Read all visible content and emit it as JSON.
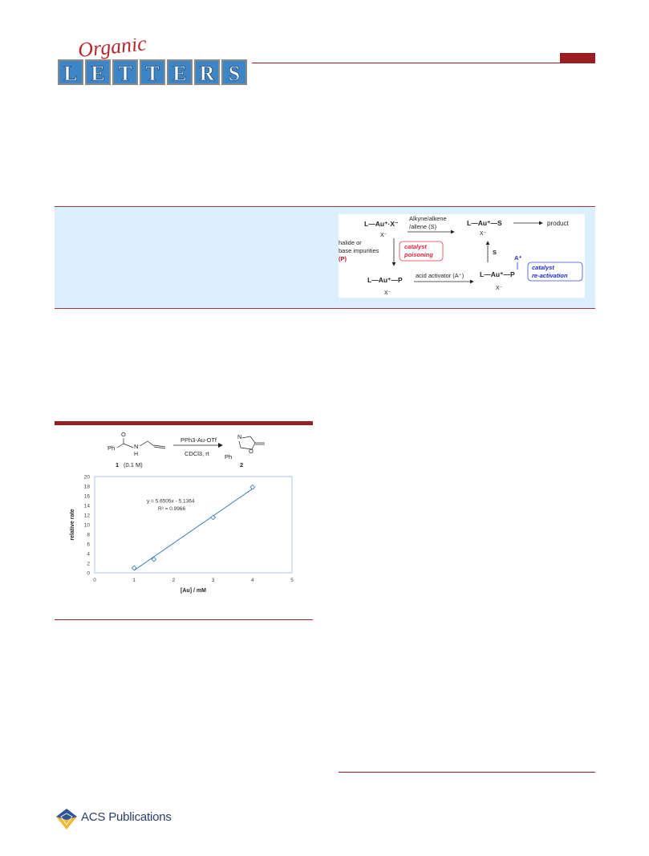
{
  "journal": {
    "logo_script": "Organic",
    "logo_letters": [
      "L",
      "E",
      "T",
      "T",
      "E",
      "R",
      "S"
    ]
  },
  "toc_graphic": {
    "species_top_left": "L—Au⁺·X⁻",
    "arrow_top_label_1": "Alkyne/alkene",
    "arrow_top_label_2": "/allene (S)",
    "species_top_right": "L—Au⁺—S",
    "product": "product",
    "counter_ion": "X⁻",
    "impurities_1": "halide or",
    "impurities_2": "base impurities",
    "impurities_3": "(P)",
    "poisoning_1": "catalyst",
    "poisoning_2": "poisoning",
    "s_label": "S",
    "a_plus": "A⁺",
    "species_bottom_left": "L—Au⁺—P",
    "activator_label": "acid activator (A⁺)",
    "species_bottom_right": "L—Au⁺—P",
    "reactivation_1": "catalyst",
    "reactivation_2": "re-activation"
  },
  "scheme": {
    "reagent_ph": "Ph",
    "reagent_o": "O",
    "reagent_nh": "N",
    "reagent_h": "H",
    "arrow_above": "PPh3-Au-OTf",
    "arrow_below": "CDCl3, rt",
    "compound_1": "1",
    "compound_1_conc": "(0.1 M)",
    "product_n": "N",
    "product_o": "O",
    "product_ph": "Ph",
    "compound_2": "2"
  },
  "chart_data": {
    "type": "scatter",
    "x": [
      1,
      1.5,
      3,
      4
    ],
    "y": [
      1.0,
      2.8,
      11.5,
      17.8
    ],
    "xlabel": "[Au] / mM",
    "ylabel": "relative rate",
    "xlim": [
      0,
      5
    ],
    "ylim": [
      0,
      20
    ],
    "xticks": [
      0,
      1,
      2,
      3,
      4,
      5
    ],
    "yticks": [
      0,
      2,
      4,
      6,
      8,
      10,
      12,
      14,
      16,
      18,
      20
    ],
    "trendline": {
      "slope": 5.6505,
      "intercept": -5.1364
    },
    "equation": "y = 5.6505x - 5.1364",
    "r_squared": "R² = 0.9966",
    "marker_color": "#4a86c5",
    "line_color": "#3f7fbf"
  },
  "footer": {
    "publisher": "ACS Publications"
  },
  "colors": {
    "brand_red": "#9a1d22",
    "abstract_bg": "#dcefff",
    "logo_blue": "#3c86c8"
  }
}
